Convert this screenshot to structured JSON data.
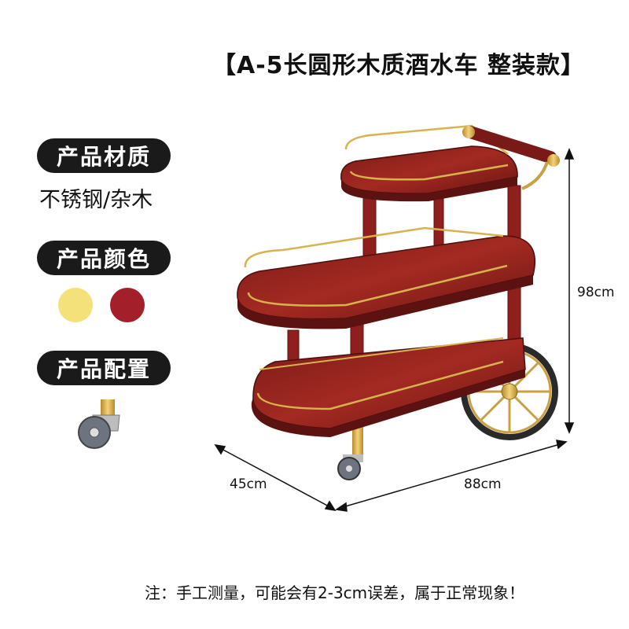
{
  "title": "【A-5长圆形木质酒水车 整装款】",
  "sections": {
    "material_label": "产品材质",
    "material_value": "不锈钢/杂木",
    "color_label": "产品颜色",
    "colors": [
      "#f5e17a",
      "#a3202a"
    ],
    "config_label": "产品配置"
  },
  "dimensions": {
    "height": "98cm",
    "depth": "45cm",
    "width": "88cm"
  },
  "note": "注：手工测量，可能会有2-3cm误差，属于正常现象！"
}
